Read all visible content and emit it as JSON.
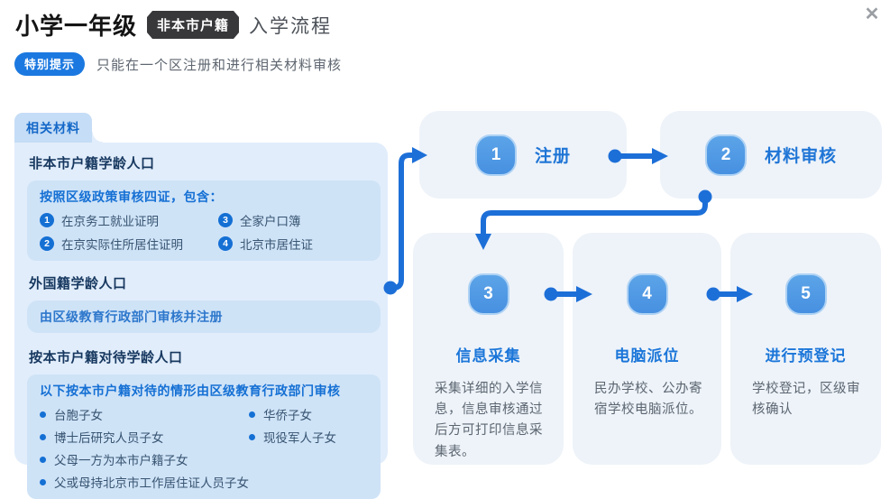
{
  "header": {
    "title": "小学一年级",
    "badge": "非本市户籍",
    "suffix": "入学流程",
    "close_icon": "✕"
  },
  "notice": {
    "label": "特别提示",
    "text": "只能在一个区注册和进行相关材料审核"
  },
  "materials": {
    "tab": "相关材料",
    "non_resident": {
      "heading": "非本市户籍学龄人口",
      "box_title": "按照区级政策审核四证，包含：",
      "items": [
        {
          "num": "1",
          "text": "在京务工就业证明"
        },
        {
          "num": "3",
          "text": "全家户口簿"
        },
        {
          "num": "2",
          "text": "在京实际住所居住证明"
        },
        {
          "num": "4",
          "text": "北京市居住证"
        }
      ]
    },
    "foreign": {
      "heading": "外国籍学龄人口",
      "box_text": "由区级教育行政部门审核并注册"
    },
    "treated": {
      "heading": "按本市户籍对待学龄人口",
      "box_title": "以下按本市户籍对待的情形由区级教育行政部门审核",
      "col1": [
        "台胞子女",
        "博士后研究人员子女",
        "父母一方为本市户籍子女",
        "父或母持北京市工作居住证人员子女"
      ],
      "col2": [
        "华侨子女",
        "现役军人子女"
      ]
    }
  },
  "flow": {
    "steps": [
      {
        "num": "1",
        "label": "注册"
      },
      {
        "num": "2",
        "label": "材料审核"
      },
      {
        "num": "3",
        "label": "信息采集",
        "desc": "采集详细的入学信息，信息审核通过后方可打印信息采集表。"
      },
      {
        "num": "4",
        "label": "电脑派位",
        "desc": "民办学校、公办寄宿学校电脑派位。"
      },
      {
        "num": "5",
        "label": "进行预登记",
        "desc": "学校登记，区级审核确认"
      }
    ]
  },
  "colors": {
    "accent_blue": "#1b76d9",
    "arrow_blue": "#1d6fd8",
    "panel_bg": "#e1edfb",
    "panel_box_bg": "#cfe3f7",
    "flow_box_bg": "#eef3f9",
    "step_circle": "#4d99e4",
    "badge_dark": "#38383b",
    "heading_navy": "#16375f"
  }
}
